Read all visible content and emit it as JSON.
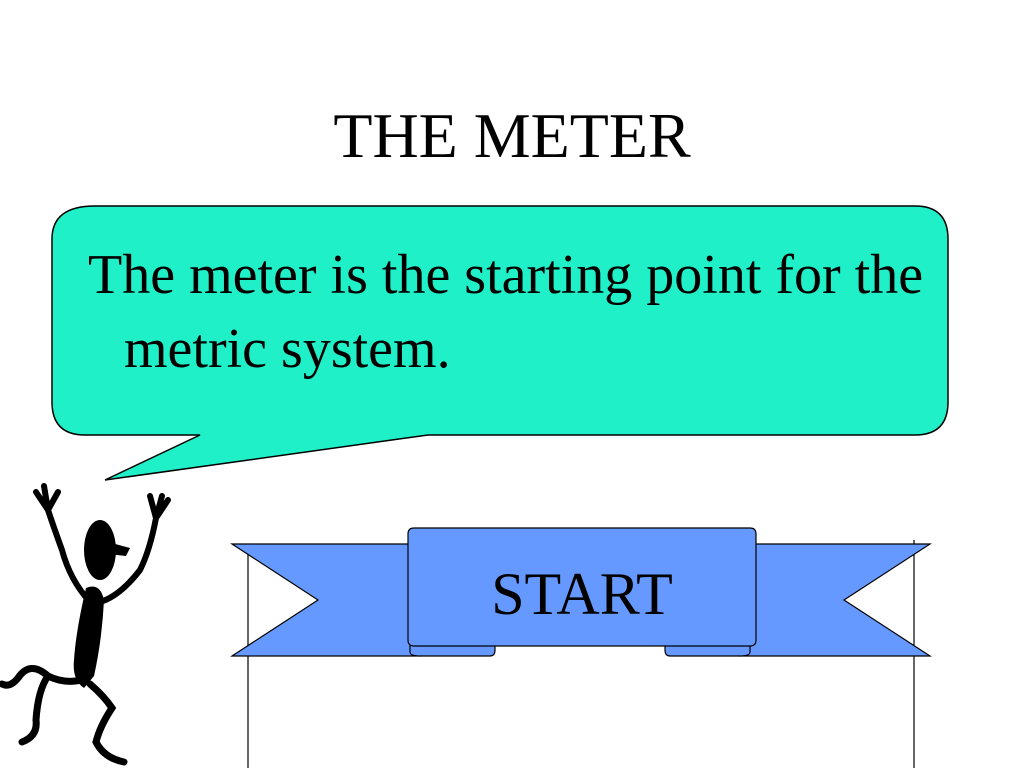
{
  "slide": {
    "title": "THE METER",
    "bubble_text": "The meter is the starting point for the metric system.",
    "banner_label": "START"
  },
  "colors": {
    "bubble_fill": "#1ff0c8",
    "ribbon_fill": "#6699ff",
    "outline": "#000000",
    "figure": "#000000"
  },
  "icons": {
    "figure": "running-stick-figure-icon",
    "banner": "ribbon-banner-icon"
  }
}
